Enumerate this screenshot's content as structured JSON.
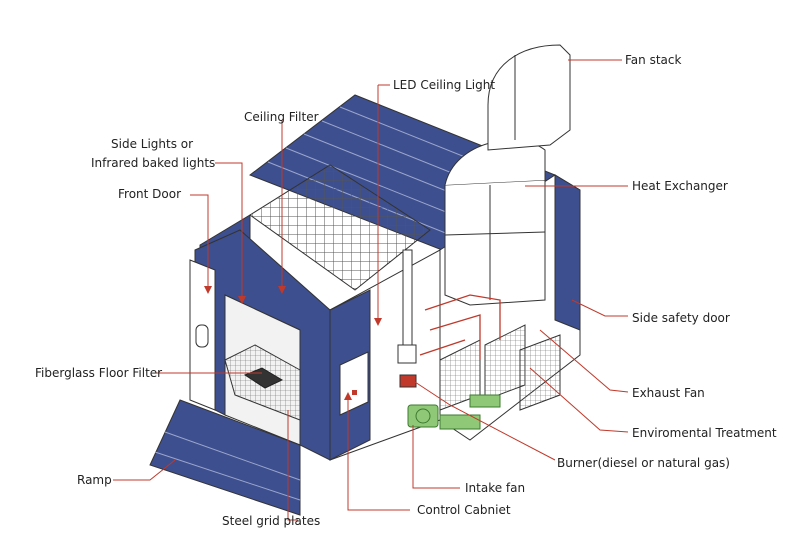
{
  "labels": {
    "fan_stack": "Fan stack",
    "led_ceiling_light": "LED Ceiling Light",
    "ceiling_filter": "Ceiling Filter",
    "side_lights_line1": "Side Lights or",
    "side_lights_line2": "Infrared baked lights",
    "front_door": "Front Door",
    "heat_exchanger": "Heat Exchanger",
    "side_safety_door": "Side safety door",
    "fiberglass_floor_filter": "Fiberglass Floor Filter",
    "exhaust_fan": "Exhaust Fan",
    "environmental_treatment": "Enviromental Treatment",
    "burner": "Burner(diesel or natural gas)",
    "ramp": "Ramp",
    "intake_fan": "Intake fan",
    "control_cabinet": "Control Cabniet",
    "steel_grid_plates": "Steel grid plates"
  },
  "colors": {
    "panel_blue": "#3d4f8f",
    "leader_red": "#c0392b",
    "outline": "#333333",
    "equipment_green": "#5fa84a"
  }
}
